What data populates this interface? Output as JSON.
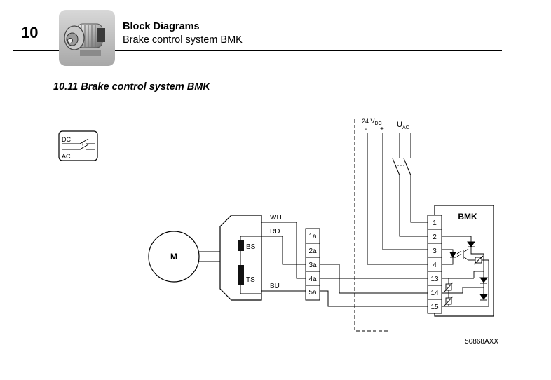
{
  "header": {
    "chapter_number": "10",
    "chapter_title": "Block Diagrams",
    "chapter_subtitle": "Brake control system BMK",
    "chapter_icon": "motor-icon"
  },
  "section": {
    "heading": "10.11  Brake control system BMK"
  },
  "legend_icon": {
    "dc_label": "DC",
    "ac_label": "AC"
  },
  "diagram": {
    "motor_label": "M",
    "coil_labels": [
      "BS",
      "TS"
    ],
    "wire_labels": [
      "WH",
      "RD",
      "BU"
    ],
    "terminal_block_labels": [
      "1a",
      "2a",
      "3a",
      "4a",
      "5a"
    ],
    "module_title": "BMK",
    "module_terminals": [
      "1",
      "2",
      "3",
      "4",
      "13",
      "14",
      "15"
    ],
    "supply_dc_label": "24 V",
    "supply_dc_sub": "DC",
    "dc_minus": "-",
    "dc_plus": "+",
    "supply_ac_label": "U",
    "supply_ac_sub": "AC",
    "figure_code": "50868AXX"
  }
}
